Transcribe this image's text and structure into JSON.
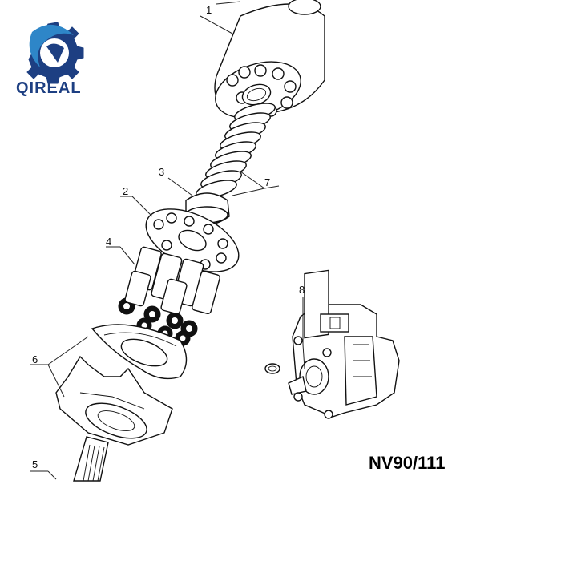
{
  "brand": {
    "name": "QIREAL",
    "primary_color": "#1d3f82",
    "accent_color": "#2e86c8"
  },
  "diagram": {
    "model_label": "NV90/111",
    "callouts": [
      "1",
      "2",
      "3",
      "4",
      "5",
      "6",
      "7",
      "8"
    ]
  }
}
